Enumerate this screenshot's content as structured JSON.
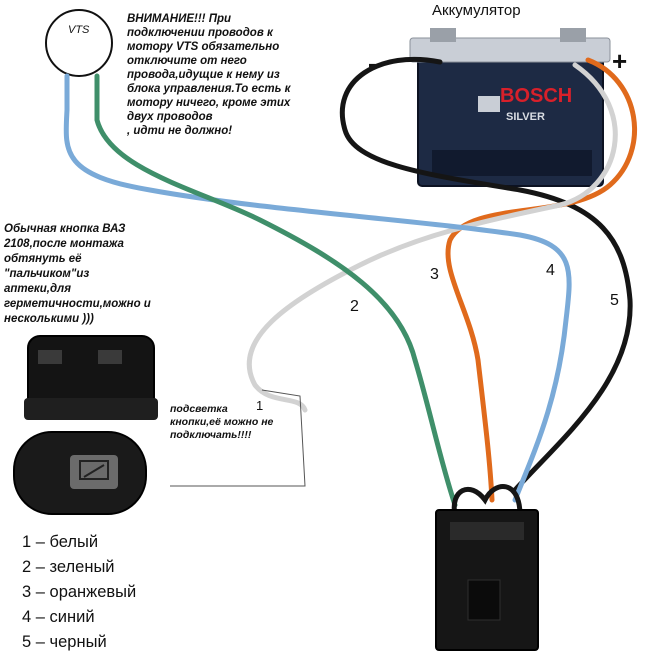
{
  "battery": {
    "title": "Аккумулятор",
    "brand": "BOSCH",
    "model": "SILVER",
    "minus": "-",
    "plus": "+"
  },
  "motor": {
    "label": "VTS"
  },
  "warning": "ВНИМАНИЕ!!! При\nподключении проводов к\nмотору VTS обязательно\nотключите от него\nпровода,идущие к нему из\nблока управления.То есть к\nмотору ничего, кроме этих\nдвух проводов\n, идти не должно!",
  "button_note": "Обычная кнопка ВАЗ\n2108,после монтажа\nобтянуть её\n\"пальчиком\"из\nаптеки,для\nгерметичности,можно и\nнесколькими )))",
  "light_note": "подсветка\nкнопки,её можно не\nподключать!!!!",
  "wire_numbers": {
    "w1": "1",
    "w2": "2",
    "w3": "3",
    "w4": "4",
    "w5": "5"
  },
  "legend": [
    "1 – белый",
    "2 – зеленый",
    "3 – оранжевый",
    "4 – синий",
    "5 – черный"
  ],
  "colors": {
    "white_wire": "#d2d2d2",
    "green_wire": "#3f8f6a",
    "orange_wire": "#e06a1c",
    "blue_wire": "#7aaad8",
    "black_wire": "#151515",
    "battery_body": "#1d2a44",
    "brand_red": "#d8202a"
  }
}
